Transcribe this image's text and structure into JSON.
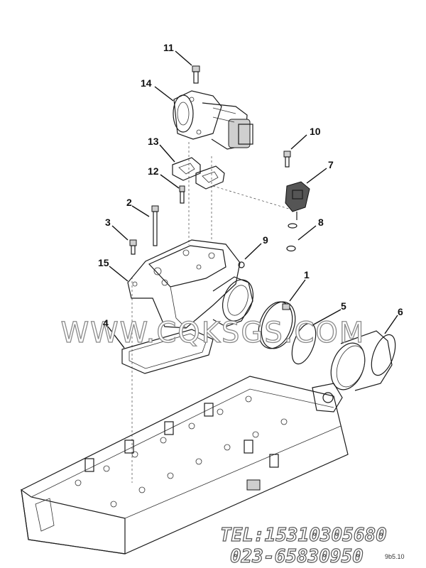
{
  "callouts": [
    {
      "id": "11",
      "text": "11"
    },
    {
      "id": "14",
      "text": "14"
    },
    {
      "id": "13",
      "text": "13"
    },
    {
      "id": "12",
      "text": "12"
    },
    {
      "id": "10",
      "text": "10"
    },
    {
      "id": "7",
      "text": "7"
    },
    {
      "id": "2",
      "text": "2"
    },
    {
      "id": "3",
      "text": "3"
    },
    {
      "id": "8",
      "text": "8"
    },
    {
      "id": "9",
      "text": "9"
    },
    {
      "id": "15",
      "text": "15"
    },
    {
      "id": "1a",
      "text": "1"
    },
    {
      "id": "5",
      "text": "5"
    },
    {
      "id": "6",
      "text": "6"
    },
    {
      "id": "4",
      "text": "4"
    }
  ],
  "watermark": "WWW.CQKSGS.COM",
  "contact": {
    "tel": "TEL:15310305680",
    "phone2": "023-65830950"
  },
  "figure_code": "9b5.10"
}
